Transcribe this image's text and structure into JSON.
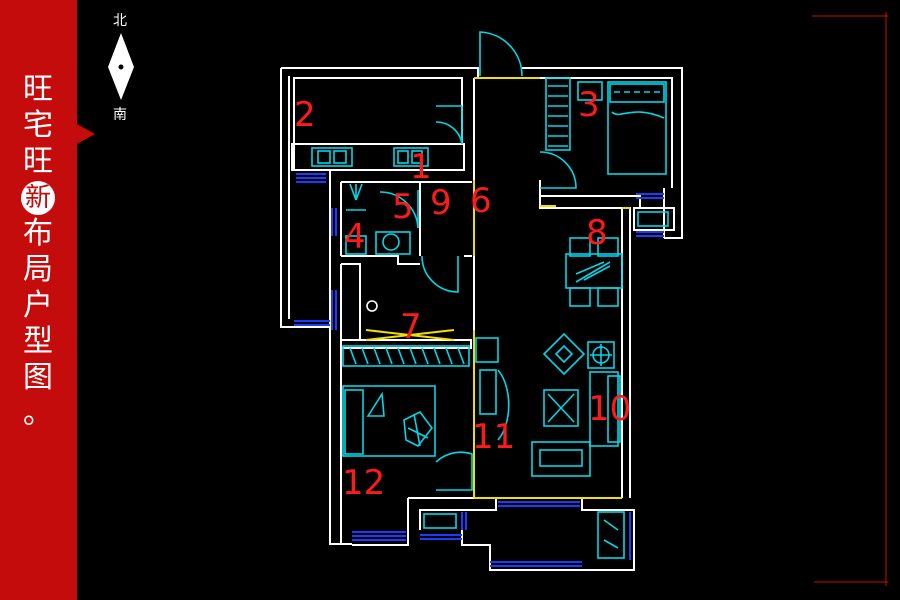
{
  "title_chars": [
    "旺",
    "宅",
    "旺",
    "新",
    "布",
    "局",
    "户",
    "型",
    "图",
    "。"
  ],
  "title_highlight_index": 3,
  "compass": {
    "north": "北",
    "south": "南"
  },
  "room_numbers": [
    "1",
    "2",
    "3",
    "4",
    "5",
    "6",
    "7",
    "8",
    "9",
    "10",
    "11",
    "12"
  ],
  "colors": {
    "background": "#000000",
    "sidebar": "#c40c0c",
    "wall": "#ffffff",
    "furniture": "#00d8e8",
    "window": "#1a3cff",
    "partition": "#f0e000",
    "label": "#ff1a1a"
  }
}
